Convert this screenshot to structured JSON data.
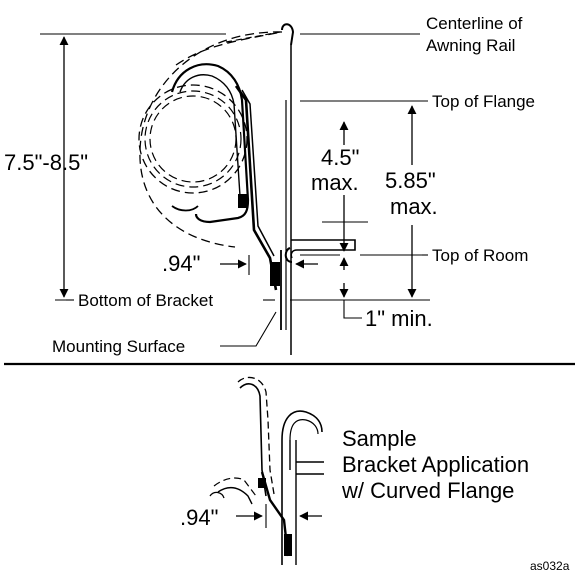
{
  "top_diagram": {
    "labels": {
      "centerline_line1": "Centerline of",
      "centerline_line2": "Awning Rail",
      "top_of_flange": "Top of Flange",
      "top_of_room": "Top of Room",
      "bottom_of_bracket": "Bottom of Bracket",
      "mounting_surface": "Mounting Surface"
    },
    "dimensions": {
      "overall_height": "7.5\"-8.5\"",
      "flange_gap_line1": "4.5\"",
      "flange_gap_line2": "max.",
      "room_gap_line1": "5.85\"",
      "room_gap_line2": "max.",
      "offset": ".94\"",
      "min_clearance": "1\" min."
    }
  },
  "bottom_diagram": {
    "caption_line1": "Sample",
    "caption_line2": "Bracket Application",
    "caption_line3": "w/ Curved Flange",
    "offset": ".94\""
  },
  "figure_code": "as032a"
}
